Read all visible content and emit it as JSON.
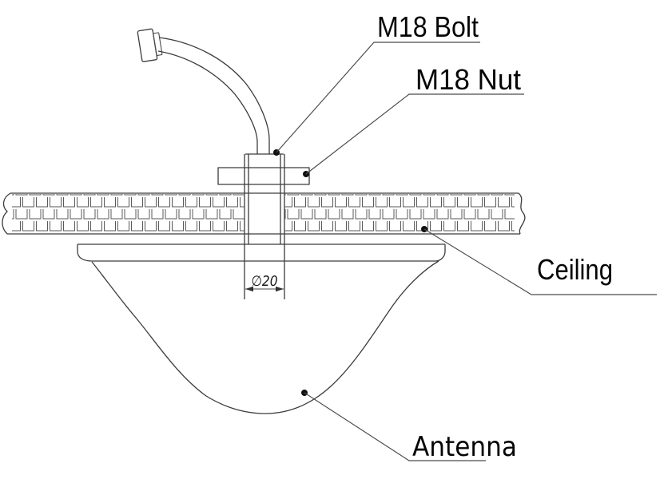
{
  "diagram": {
    "kind": "technical-installation-drawing",
    "labels": {
      "bolt": "M18 Bolt",
      "nut": "M18 Nut",
      "ceiling": "Ceiling",
      "antenna": "Antenna"
    },
    "dimension": {
      "text": "∅20",
      "value": 20
    },
    "colors": {
      "line": "#3c3c3c",
      "hatch": "#5a5a5a",
      "text": "#050505",
      "background": "#ffffff"
    }
  }
}
